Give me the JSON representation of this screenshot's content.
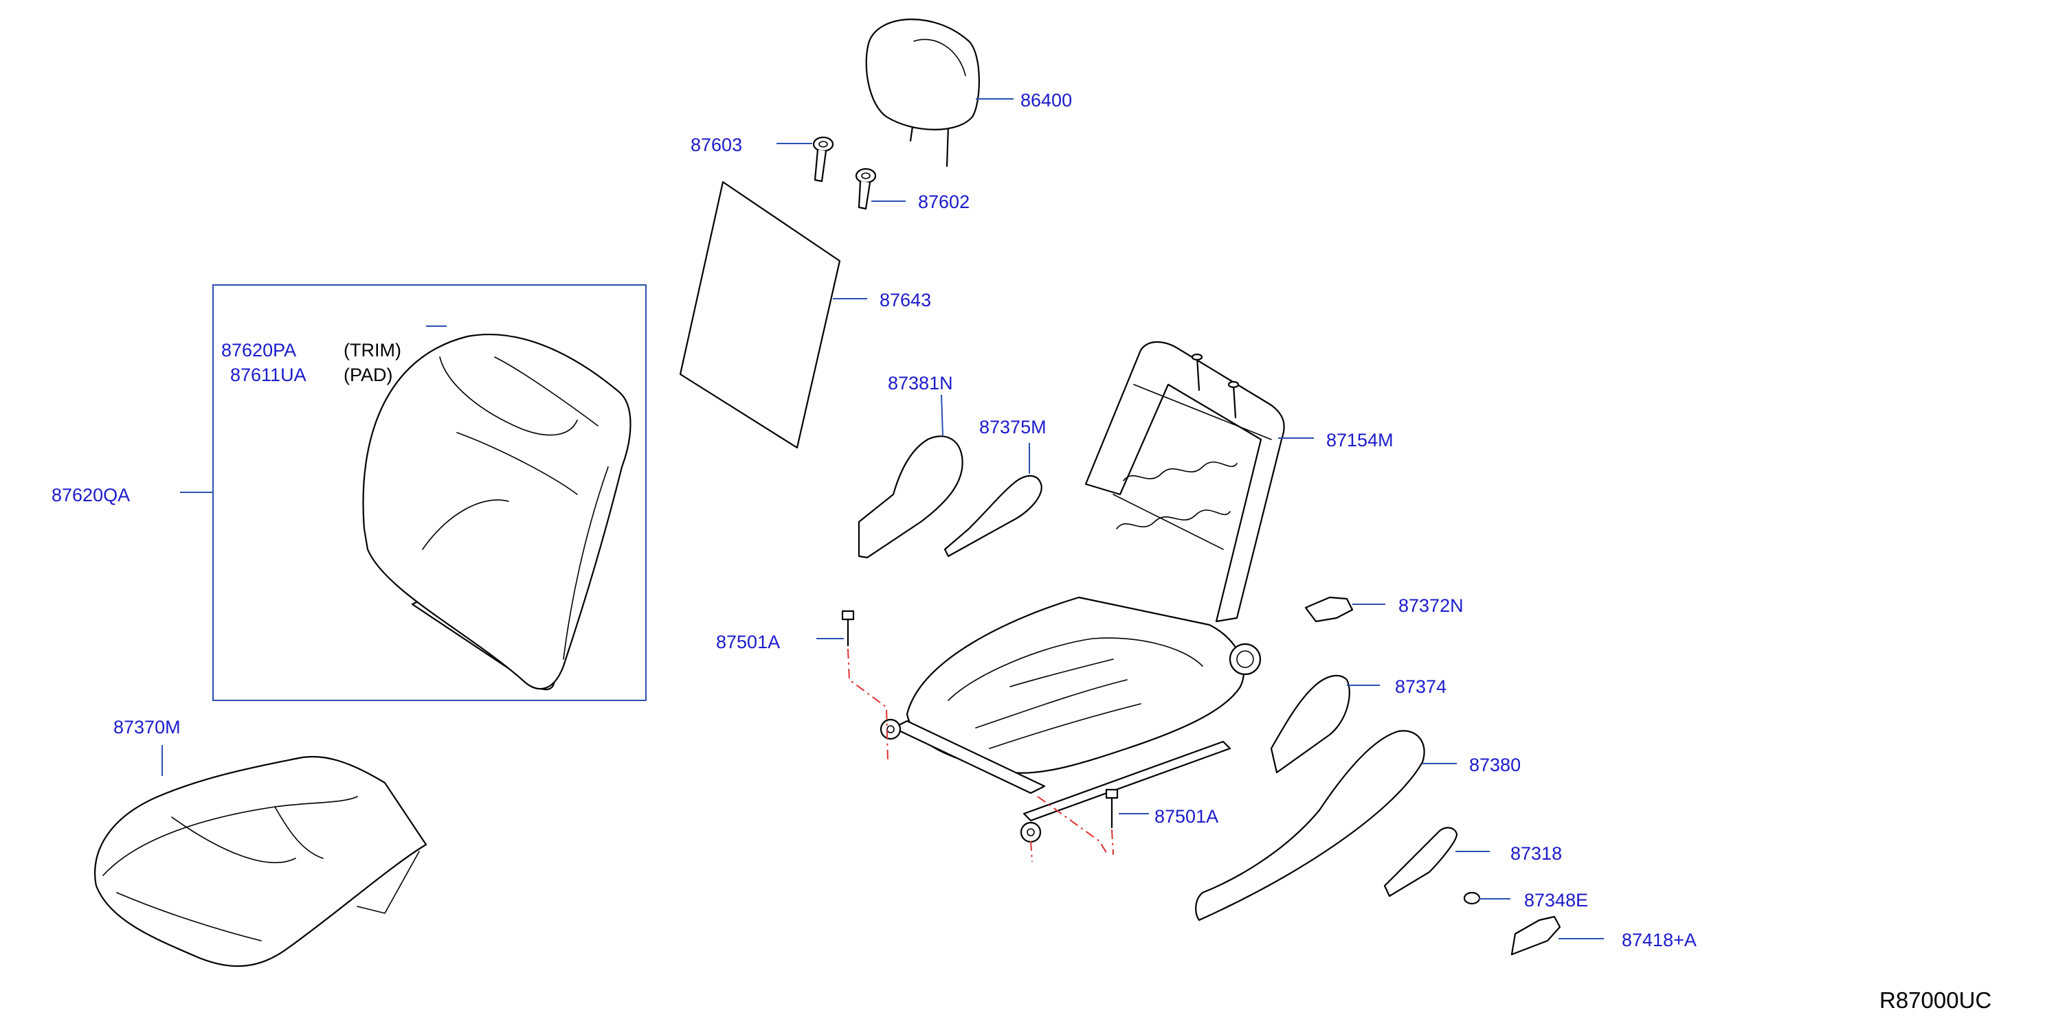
{
  "colors": {
    "label": "#1a1acd",
    "leader": "#2a4fb0",
    "box": "#2a4fb0",
    "dash": "#e03030",
    "line": "#000000"
  },
  "callouts": {
    "p86400": "86400",
    "p87603": "87603",
    "p87602": "87602",
    "p87643": "87643",
    "p87620pa": "87620PA",
    "p87611ua": "87611UA",
    "trim": "(TRIM)",
    "pad": "(PAD)",
    "p87620qa": "87620QA",
    "p87381n": "87381N",
    "p87375m": "87375M",
    "p87154m": "87154M",
    "p87372n": "87372N",
    "p87501a_top": "87501A",
    "p87374": "87374",
    "p87380": "87380",
    "p87370m": "87370M",
    "p87501a_bottom": "87501A",
    "p87318": "87318",
    "p87348e": "87348E",
    "p87418a": "87418+A"
  },
  "diagram_code": "R87000UC"
}
